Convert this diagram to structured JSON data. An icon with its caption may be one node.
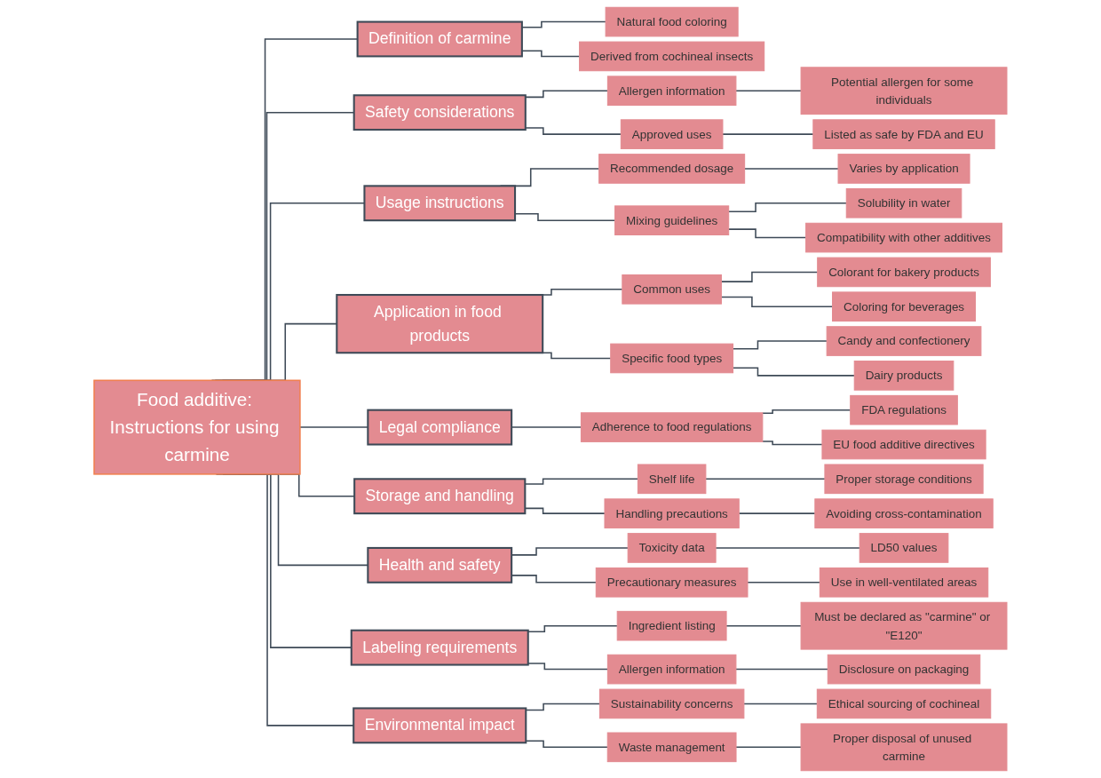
{
  "diagram": {
    "nodes": [
      {
        "text": [
          "Food additive: Instructions for using carmine"
        ]
      },
      {
        "text": [
          "Definition of carmine"
        ]
      },
      {
        "text": [
          "Natural food coloring"
        ]
      },
      {
        "text": [
          "Derived from cochineal insects"
        ]
      },
      {
        "text": [
          "Safety considerations"
        ]
      },
      {
        "text": [
          "Allergen information"
        ]
      },
      {
        "text": [
          "Potential allergen for some individuals"
        ]
      },
      {
        "text": [
          "Approved uses"
        ]
      },
      {
        "text": [
          "Listed as safe by FDA and EU"
        ]
      },
      {
        "text": [
          "Usage instructions"
        ]
      },
      {
        "text": [
          "Recommended dosage"
        ]
      },
      {
        "text": [
          "Varies by application"
        ]
      },
      {
        "text": [
          "Mixing guidelines"
        ]
      },
      {
        "text": [
          "Solubility in water"
        ]
      },
      {
        "text": [
          "Compatibility with other additives"
        ]
      },
      {
        "text": [
          "Application in food products"
        ]
      },
      {
        "text": [
          "Common uses"
        ]
      },
      {
        "text": [
          "Colorant for bakery products"
        ]
      },
      {
        "text": [
          "Coloring for beverages"
        ]
      },
      {
        "text": [
          "Specific food types"
        ]
      },
      {
        "text": [
          "Candy and confectionery"
        ]
      },
      {
        "text": [
          "Dairy products"
        ]
      },
      {
        "text": [
          "Legal compliance"
        ]
      },
      {
        "text": [
          "Adherence to food regulations"
        ]
      },
      {
        "text": [
          "FDA regulations"
        ]
      },
      {
        "text": [
          "EU food additive directives"
        ]
      },
      {
        "text": [
          "Storage and handling"
        ]
      },
      {
        "text": [
          "Shelf life"
        ]
      },
      {
        "text": [
          "Proper storage conditions"
        ]
      },
      {
        "text": [
          "Handling precautions"
        ]
      },
      {
        "text": [
          "Avoiding cross-contamination"
        ]
      },
      {
        "text": [
          "Health and safety"
        ]
      },
      {
        "text": [
          "Toxicity data"
        ]
      },
      {
        "text": [
          "LD50 values"
        ]
      },
      {
        "text": [
          "Precautionary measures"
        ]
      },
      {
        "text": [
          "Use in well-ventilated areas"
        ]
      },
      {
        "text": [
          "Labeling requirements"
        ]
      },
      {
        "text": [
          "Ingredient listing"
        ]
      },
      {
        "text": [
          "Must be declared as \"carmine\" or \"E120\""
        ]
      },
      {
        "text": [
          "Allergen information"
        ]
      },
      {
        "text": [
          "Disclosure on packaging"
        ]
      },
      {
        "text": [
          "Environmental impact"
        ]
      },
      {
        "text": [
          "Sustainability concerns"
        ]
      },
      {
        "text": [
          "Ethical sourcing of cochineal"
        ]
      },
      {
        "text": [
          "Waste management"
        ]
      },
      {
        "text": [
          "Proper disposal of unused carmine"
        ]
      }
    ],
    "edges": [
      {
        "from": 0,
        "to": 1,
        "arrow": "none"
      },
      {
        "from": 1,
        "to": 2,
        "arrow": "none"
      },
      {
        "from": 1,
        "to": 3,
        "arrow": "none"
      },
      {
        "from": 0,
        "to": 4,
        "arrow": "none"
      },
      {
        "from": 4,
        "to": 5,
        "arrow": "none"
      },
      {
        "from": 5,
        "to": 6,
        "arrow": "none"
      },
      {
        "from": 4,
        "to": 7,
        "arrow": "none"
      },
      {
        "from": 7,
        "to": 8,
        "arrow": "none"
      },
      {
        "from": 0,
        "to": 9,
        "arrow": "none"
      },
      {
        "from": 9,
        "to": 10,
        "arrow": "none"
      },
      {
        "from": 10,
        "to": 11,
        "arrow": "none"
      },
      {
        "from": 9,
        "to": 12,
        "arrow": "none"
      },
      {
        "from": 12,
        "to": 13,
        "arrow": "none"
      },
      {
        "from": 12,
        "to": 14,
        "arrow": "none"
      },
      {
        "from": 0,
        "to": 15,
        "arrow": "none"
      },
      {
        "from": 15,
        "to": 16,
        "arrow": "none"
      },
      {
        "from": 16,
        "to": 17,
        "arrow": "none"
      },
      {
        "from": 16,
        "to": 18,
        "arrow": "none"
      },
      {
        "from": 15,
        "to": 19,
        "arrow": "none"
      },
      {
        "from": 19,
        "to": 20,
        "arrow": "none"
      },
      {
        "from": 19,
        "to": 21,
        "arrow": "none"
      },
      {
        "from": 0,
        "to": 22,
        "arrow": "none"
      },
      {
        "from": 22,
        "to": 23,
        "arrow": "none"
      },
      {
        "from": 23,
        "to": 24,
        "arrow": "none"
      },
      {
        "from": 23,
        "to": 25,
        "arrow": "none"
      },
      {
        "from": 0,
        "to": 26,
        "arrow": "none"
      },
      {
        "from": 26,
        "to": 27,
        "arrow": "none"
      },
      {
        "from": 27,
        "to": 28,
        "arrow": "none"
      },
      {
        "from": 26,
        "to": 29,
        "arrow": "none"
      },
      {
        "from": 29,
        "to": 30,
        "arrow": "none"
      },
      {
        "from": 0,
        "to": 31,
        "arrow": "none"
      },
      {
        "from": 31,
        "to": 32,
        "arrow": "none"
      },
      {
        "from": 32,
        "to": 33,
        "arrow": "none"
      },
      {
        "from": 31,
        "to": 34,
        "arrow": "none"
      },
      {
        "from": 34,
        "to": 35,
        "arrow": "none"
      },
      {
        "from": 0,
        "to": 36,
        "arrow": "none"
      },
      {
        "from": 36,
        "to": 37,
        "arrow": "none"
      },
      {
        "from": 37,
        "to": 38,
        "arrow": "none"
      },
      {
        "from": 36,
        "to": 39,
        "arrow": "none"
      },
      {
        "from": 39,
        "to": 40,
        "arrow": "none"
      },
      {
        "from": 0,
        "to": 41,
        "arrow": "none"
      },
      {
        "from": 41,
        "to": 42,
        "arrow": "none"
      },
      {
        "from": 42,
        "to": 43,
        "arrow": "none"
      },
      {
        "from": 41,
        "to": 44,
        "arrow": "none"
      },
      {
        "from": 44,
        "to": 45,
        "arrow": "none"
      }
    ]
  }
}
